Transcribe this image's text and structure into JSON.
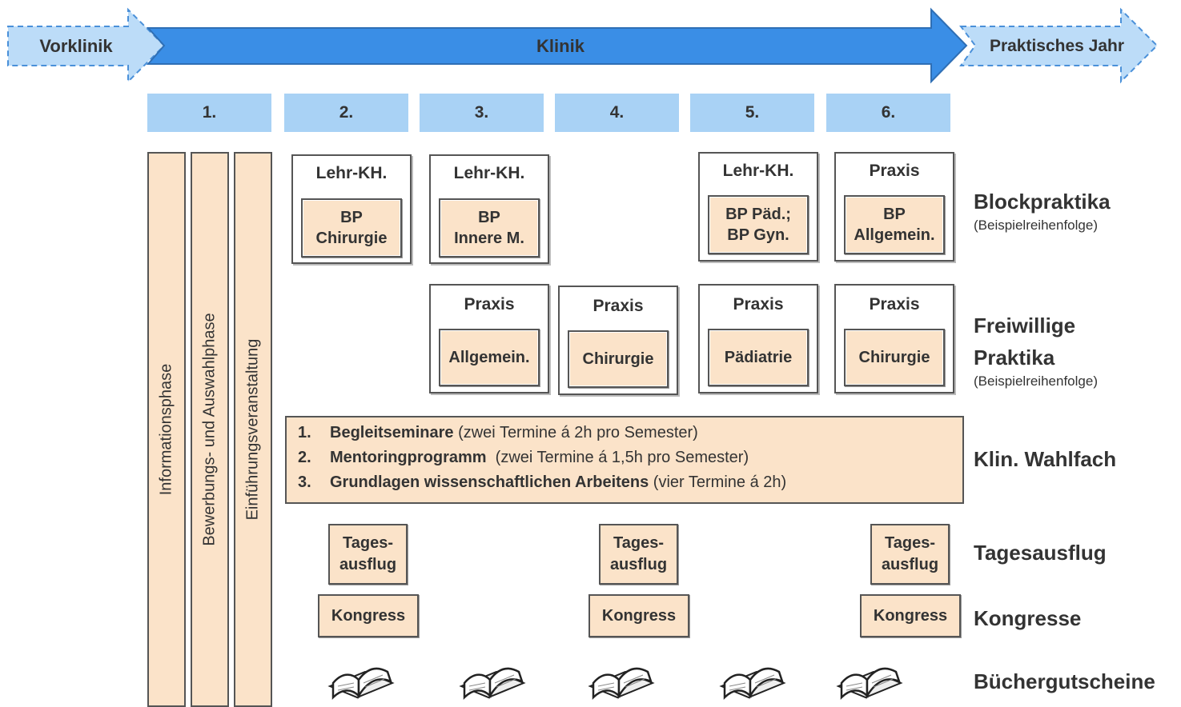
{
  "phases": {
    "pre": "Vorklinik",
    "main": "Klinik",
    "post": "Praktisches Jahr"
  },
  "semesters": [
    "1.",
    "2.",
    "3.",
    "4.",
    "5.",
    "6."
  ],
  "vertical_bars": [
    "Informationsphase",
    "Bewerbungs- und Auswahlphase",
    "Einführungsveranstaltung"
  ],
  "blockpraktika": [
    {
      "title": "Lehr-KH.",
      "line1": "BP",
      "line2": "Chirurgie"
    },
    {
      "title": "Lehr-KH.",
      "line1": "BP",
      "line2": "Innere M."
    },
    {
      "title": "Lehr-KH.",
      "line1": "BP Päd.;",
      "line2": "BP Gyn."
    },
    {
      "title": "Praxis",
      "line1": "BP",
      "line2": "Allgemein."
    }
  ],
  "freiwillige": [
    {
      "title": "Praxis",
      "label": "Allgemein."
    },
    {
      "title": "Praxis",
      "label": "Chirurgie"
    },
    {
      "title": "Praxis",
      "label": "Pädiatrie"
    },
    {
      "title": "Praxis",
      "label": "Chirurgie"
    }
  ],
  "wahlfach_items": [
    {
      "num": "1.",
      "bold": "Begleitseminare",
      "rest": " (zwei Termine á 2h pro Semester)"
    },
    {
      "num": "2.",
      "bold": "Mentoringprogramm",
      "rest": "  (zwei Termine á 1,5h pro Semester)"
    },
    {
      "num": "3.",
      "bold": "Grundlagen wissenschaftlichen Arbeitens",
      "rest": " (vier Termine á 2h)"
    }
  ],
  "tagesausflug": {
    "line1": "Tages-",
    "line2": "ausflug"
  },
  "kongress": "Kongress",
  "side_labels": {
    "blockpraktika": "Blockpraktika",
    "blockpraktika_sub": "(Beispielreihenfolge)",
    "freiwillige_1": "Freiwillige",
    "freiwillige_2": "Praktika",
    "freiwillige_sub": "(Beispielreihenfolge)",
    "wahlfach": "Klin. Wahlfach",
    "tagesausflug": "Tagesausflug",
    "kongresse": "Kongresse",
    "buecher": "Büchergutscheine"
  },
  "colors": {
    "arrow_blue": "#3a8ee6",
    "dashed_blue": "#bcdcf8",
    "semester_blue": "#a9d2f5",
    "box_fill": "#fbe3c9"
  }
}
